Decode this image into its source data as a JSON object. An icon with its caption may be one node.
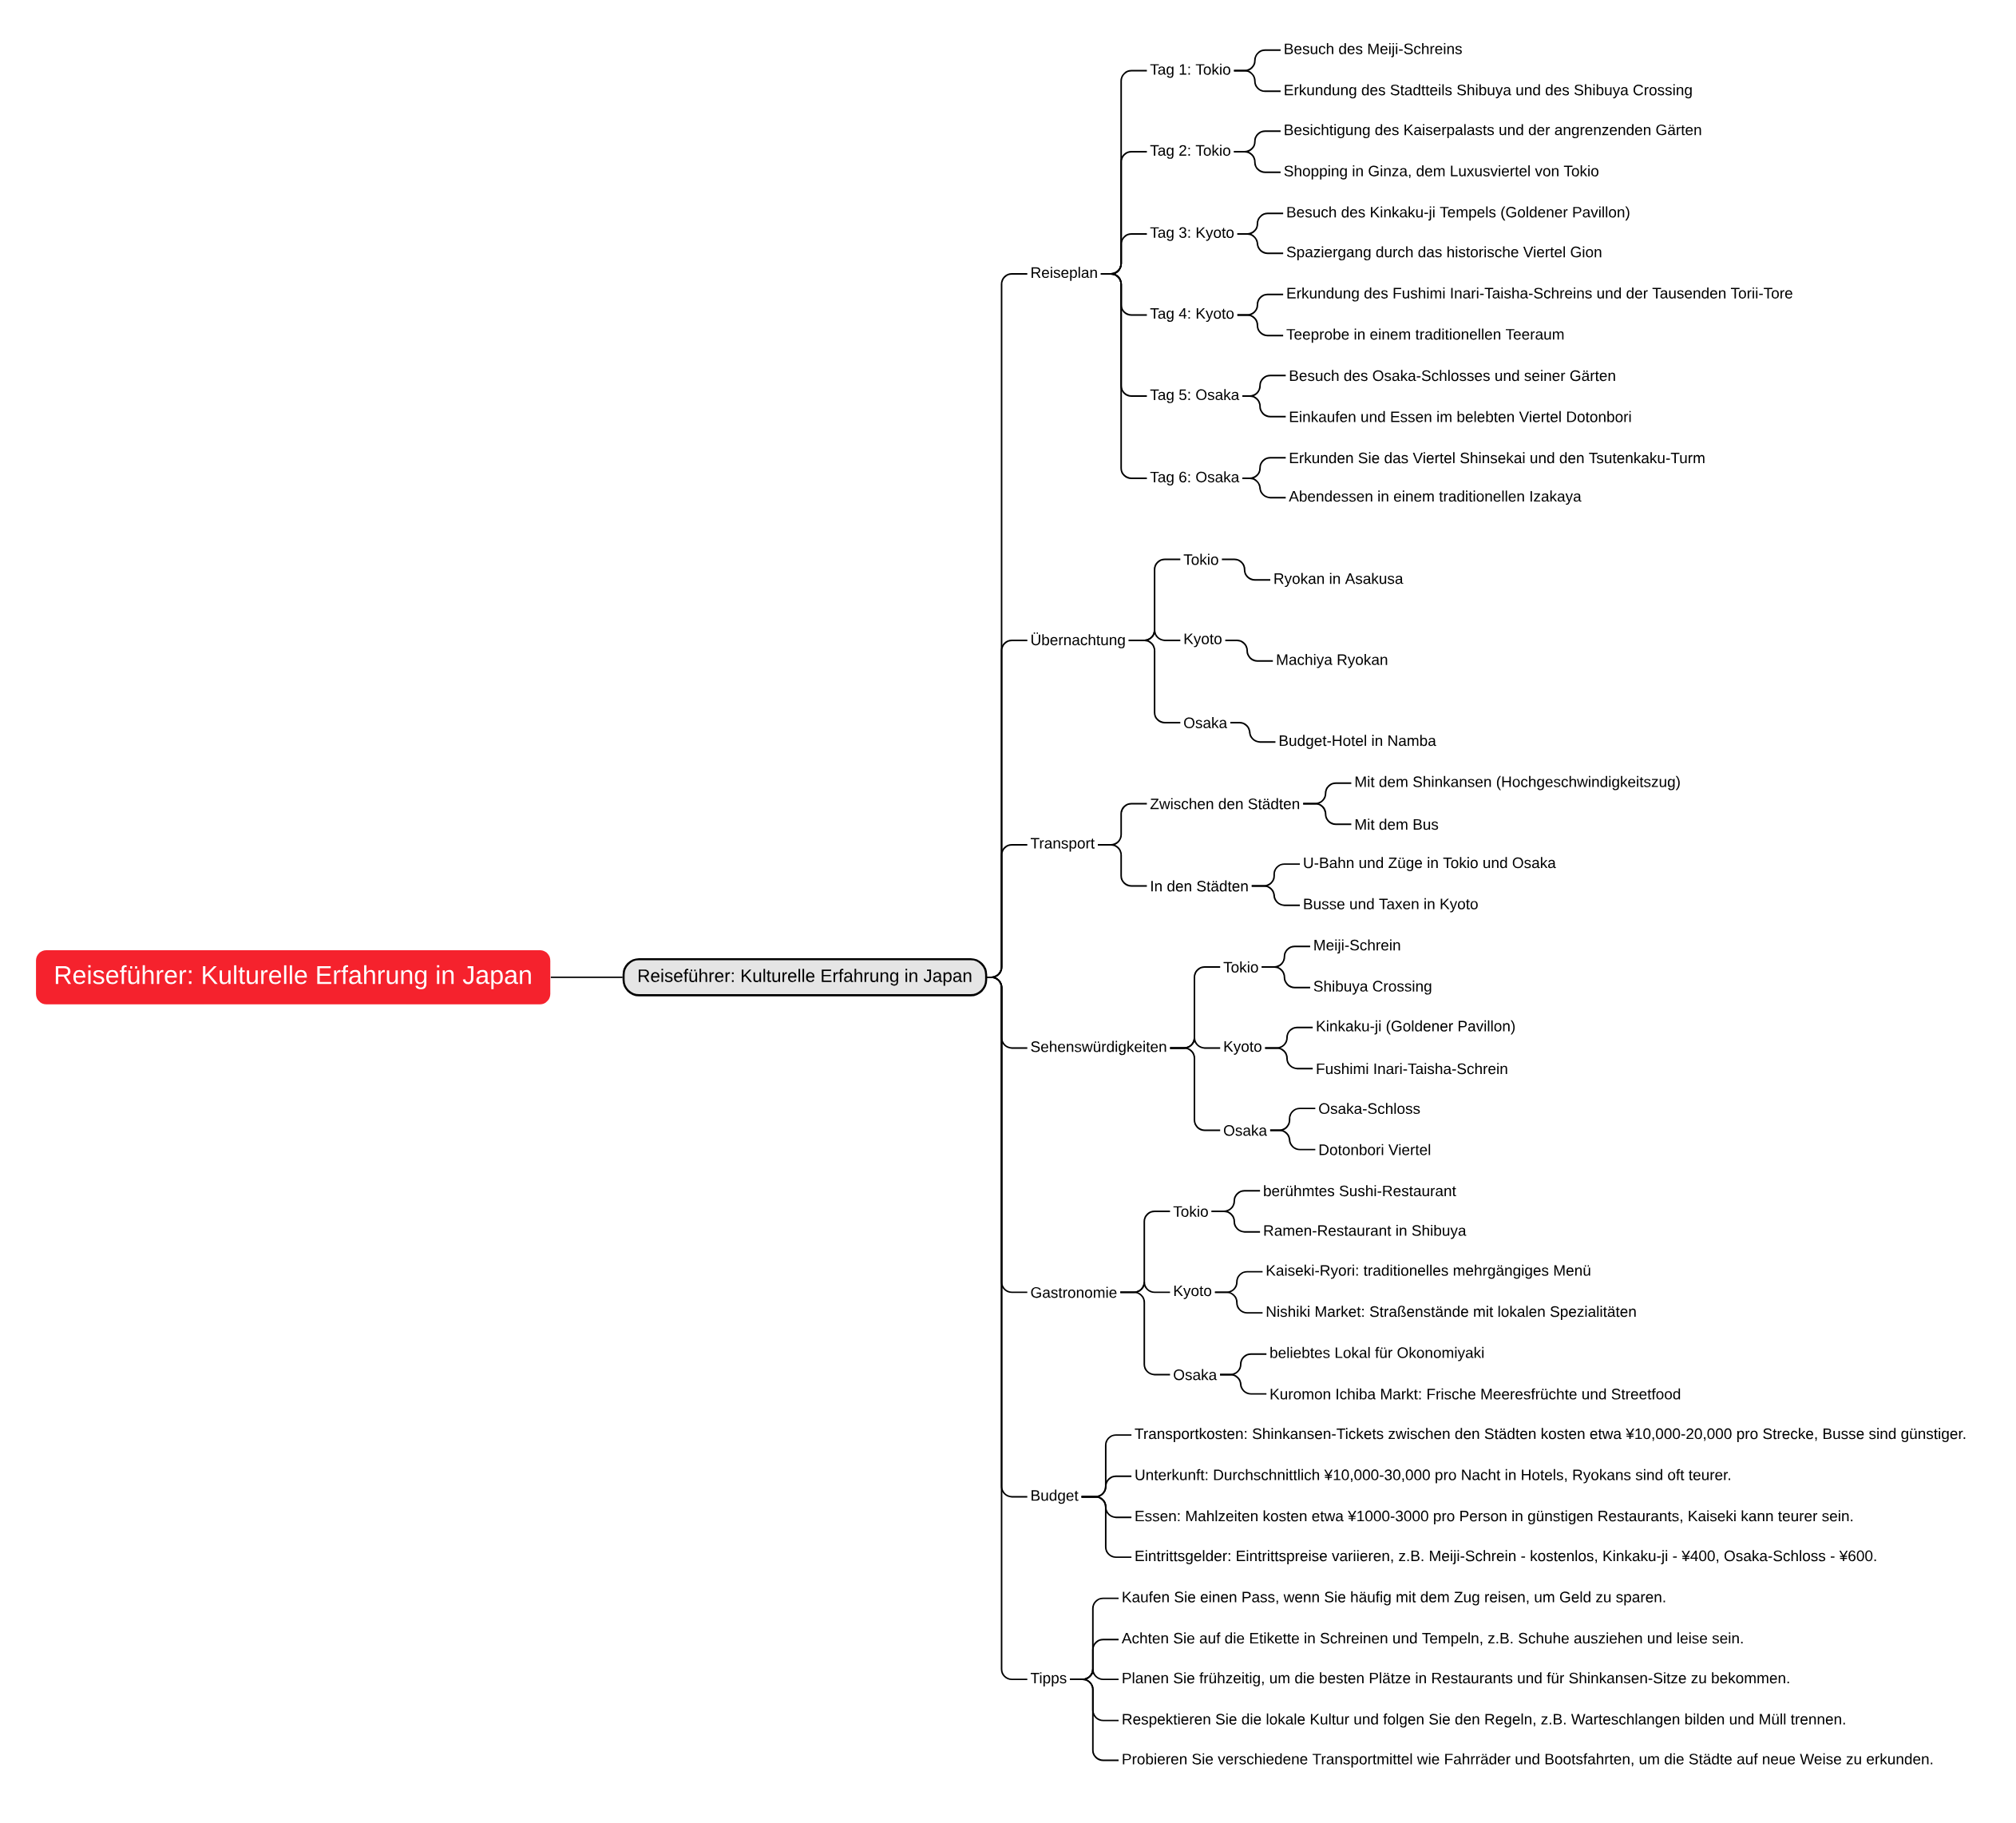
{
  "diagram": {
    "nodes": [
      {
        "text": [
          "Reiseführer: Kulturelle Erfahrung in Japan"
        ]
      },
      {
        "text": [
          "Reiseführer: Kulturelle Erfahrung in Japan"
        ]
      },
      {
        "text": [
          "Reiseplan"
        ]
      },
      {
        "text": [
          "Tag 1: Tokio"
        ]
      },
      {
        "text": [
          "Besuch des Meiji-Schreins"
        ]
      },
      {
        "text": [
          "Erkundung des Stadtteils Shibuya und des Shibuya Crossing"
        ]
      },
      {
        "text": [
          "Tag 2: Tokio"
        ]
      },
      {
        "text": [
          "Besichtigung des Kaiserpalasts und der angrenzenden Gärten"
        ]
      },
      {
        "text": [
          "Shopping in Ginza, dem Luxusviertel von Tokio"
        ]
      },
      {
        "text": [
          "Tag 3: Kyoto"
        ]
      },
      {
        "text": [
          "Besuch des Kinkaku-ji Tempels (Goldener Pavillon)"
        ]
      },
      {
        "text": [
          "Spaziergang durch das historische Viertel Gion"
        ]
      },
      {
        "text": [
          "Tag 4: Kyoto"
        ]
      },
      {
        "text": [
          "Erkundung des Fushimi Inari-Taisha-Schreins und der Tausenden Torii-Tore"
        ]
      },
      {
        "text": [
          "Teeprobe in einem traditionellen Teeraum"
        ]
      },
      {
        "text": [
          "Tag 5: Osaka"
        ]
      },
      {
        "text": [
          "Besuch des Osaka-Schlosses und seiner Gärten"
        ]
      },
      {
        "text": [
          "Einkaufen und Essen im belebten Viertel Dotonbori"
        ]
      },
      {
        "text": [
          "Tag 6: Osaka"
        ]
      },
      {
        "text": [
          "Erkunden Sie das Viertel Shinsekai und den Tsutenkaku-Turm"
        ]
      },
      {
        "text": [
          "Abendessen in einem traditionellen Izakaya"
        ]
      },
      {
        "text": [
          "Übernachtung"
        ]
      },
      {
        "text": [
          "Tokio"
        ]
      },
      {
        "text": [
          "Ryokan in Asakusa"
        ]
      },
      {
        "text": [
          "Kyoto"
        ]
      },
      {
        "text": [
          "Machiya Ryokan"
        ]
      },
      {
        "text": [
          "Osaka"
        ]
      },
      {
        "text": [
          "Budget-Hotel in Namba"
        ]
      },
      {
        "text": [
          "Transport"
        ]
      },
      {
        "text": [
          "Zwischen den Städten"
        ]
      },
      {
        "text": [
          "Mit dem Shinkansen (Hochgeschwindigkeitszug)"
        ]
      },
      {
        "text": [
          "Mit dem Bus"
        ]
      },
      {
        "text": [
          "In den Städten"
        ]
      },
      {
        "text": [
          "U-Bahn und Züge in Tokio und Osaka"
        ]
      },
      {
        "text": [
          "Busse und Taxen in Kyoto"
        ]
      },
      {
        "text": [
          "Sehenswürdigkeiten"
        ]
      },
      {
        "text": [
          "Tokio"
        ]
      },
      {
        "text": [
          "Meiji-Schrein"
        ]
      },
      {
        "text": [
          "Shibuya Crossing"
        ]
      },
      {
        "text": [
          "Kyoto"
        ]
      },
      {
        "text": [
          "Kinkaku-ji (Goldener Pavillon)"
        ]
      },
      {
        "text": [
          "Fushimi Inari-Taisha-Schrein"
        ]
      },
      {
        "text": [
          "Osaka"
        ]
      },
      {
        "text": [
          "Osaka-Schloss"
        ]
      },
      {
        "text": [
          "Dotonbori Viertel"
        ]
      },
      {
        "text": [
          "Gastronomie"
        ]
      },
      {
        "text": [
          "Tokio"
        ]
      },
      {
        "text": [
          "berühmtes Sushi-Restaurant"
        ]
      },
      {
        "text": [
          "Ramen-Restaurant in Shibuya"
        ]
      },
      {
        "text": [
          "Kyoto"
        ]
      },
      {
        "text": [
          "Kaiseki-Ryori: traditionelles mehrgängiges Menü"
        ]
      },
      {
        "text": [
          "Nishiki Market: Straßenstände mit lokalen Spezialitäten"
        ]
      },
      {
        "text": [
          "Osaka"
        ]
      },
      {
        "text": [
          "beliebtes Lokal für Okonomiyaki"
        ]
      },
      {
        "text": [
          "Kuromon Ichiba Markt: Frische Meeresfrüchte und Streetfood"
        ]
      },
      {
        "text": [
          "Budget"
        ]
      },
      {
        "text": [
          "Transportkosten: Shinkansen-Tickets zwischen den Städten kosten etwa ¥10,000-20,000 pro Strecke, Busse sind günstiger."
        ]
      },
      {
        "text": [
          "Unterkunft: Durchschnittlich ¥10,000-30,000 pro Nacht in Hotels, Ryokans sind oft teurer."
        ]
      },
      {
        "text": [
          "Essen: Mahlzeiten kosten etwa ¥1000-3000 pro Person in günstigen Restaurants, Kaiseki kann teurer sein."
        ]
      },
      {
        "text": [
          "Eintrittsgelder: Eintrittspreise variieren, z.B. Meiji-Schrein - kostenlos, Kinkaku-ji - ¥400, Osaka-Schloss - ¥600."
        ]
      },
      {
        "text": [
          "Tipps"
        ]
      },
      {
        "text": [
          "Kaufen Sie einen Pass, wenn Sie häufig mit dem Zug reisen, um Geld zu sparen."
        ]
      },
      {
        "text": [
          "Achten Sie auf die Etikette in Schreinen und Tempeln, z.B. Schuhe ausziehen und leise sein."
        ]
      },
      {
        "text": [
          "Planen Sie frühzeitig, um die besten Plätze in Restaurants und für Shinkansen-Sitze zu bekommen."
        ]
      },
      {
        "text": [
          "Respektieren Sie die lokale Kultur und folgen Sie den Regeln, z.B. Warteschlangen bilden und Müll trennen."
        ]
      },
      {
        "text": [
          "Probieren Sie verschiedene Transportmittel wie Fahrräder und Bootsfahrten, um die Städte auf neue Weise zu erkunden."
        ]
      }
    ],
    "edges": [
      {
        "from": 0,
        "to": 1,
        "arrow": "none"
      },
      {
        "from": 1,
        "to": 2,
        "arrow": "none"
      },
      {
        "from": 2,
        "to": 3,
        "arrow": "none"
      },
      {
        "from": 3,
        "to": 4,
        "arrow": "none"
      },
      {
        "from": 3,
        "to": 5,
        "arrow": "none"
      },
      {
        "from": 2,
        "to": 6,
        "arrow": "none"
      },
      {
        "from": 6,
        "to": 7,
        "arrow": "none"
      },
      {
        "from": 6,
        "to": 8,
        "arrow": "none"
      },
      {
        "from": 2,
        "to": 9,
        "arrow": "none"
      },
      {
        "from": 9,
        "to": 10,
        "arrow": "none"
      },
      {
        "from": 9,
        "to": 11,
        "arrow": "none"
      },
      {
        "from": 2,
        "to": 12,
        "arrow": "none"
      },
      {
        "from": 12,
        "to": 13,
        "arrow": "none"
      },
      {
        "from": 12,
        "to": 14,
        "arrow": "none"
      },
      {
        "from": 2,
        "to": 15,
        "arrow": "none"
      },
      {
        "from": 15,
        "to": 16,
        "arrow": "none"
      },
      {
        "from": 15,
        "to": 17,
        "arrow": "none"
      },
      {
        "from": 2,
        "to": 18,
        "arrow": "none"
      },
      {
        "from": 18,
        "to": 19,
        "arrow": "none"
      },
      {
        "from": 18,
        "to": 20,
        "arrow": "none"
      },
      {
        "from": 1,
        "to": 21,
        "arrow": "none"
      },
      {
        "from": 21,
        "to": 22,
        "arrow": "none"
      },
      {
        "from": 22,
        "to": 23,
        "arrow": "none"
      },
      {
        "from": 21,
        "to": 24,
        "arrow": "none"
      },
      {
        "from": 24,
        "to": 25,
        "arrow": "none"
      },
      {
        "from": 21,
        "to": 26,
        "arrow": "none"
      },
      {
        "from": 26,
        "to": 27,
        "arrow": "none"
      },
      {
        "from": 1,
        "to": 28,
        "arrow": "none"
      },
      {
        "from": 28,
        "to": 29,
        "arrow": "none"
      },
      {
        "from": 29,
        "to": 30,
        "arrow": "none"
      },
      {
        "from": 29,
        "to": 31,
        "arrow": "none"
      },
      {
        "from": 28,
        "to": 32,
        "arrow": "none"
      },
      {
        "from": 32,
        "to": 33,
        "arrow": "none"
      },
      {
        "from": 32,
        "to": 34,
        "arrow": "none"
      },
      {
        "from": 1,
        "to": 35,
        "arrow": "none"
      },
      {
        "from": 35,
        "to": 36,
        "arrow": "none"
      },
      {
        "from": 36,
        "to": 37,
        "arrow": "none"
      },
      {
        "from": 36,
        "to": 38,
        "arrow": "none"
      },
      {
        "from": 35,
        "to": 39,
        "arrow": "none"
      },
      {
        "from": 39,
        "to": 40,
        "arrow": "none"
      },
      {
        "from": 39,
        "to": 41,
        "arrow": "none"
      },
      {
        "from": 35,
        "to": 42,
        "arrow": "none"
      },
      {
        "from": 42,
        "to": 43,
        "arrow": "none"
      },
      {
        "from": 42,
        "to": 44,
        "arrow": "none"
      },
      {
        "from": 1,
        "to": 45,
        "arrow": "none"
      },
      {
        "from": 45,
        "to": 46,
        "arrow": "none"
      },
      {
        "from": 46,
        "to": 47,
        "arrow": "none"
      },
      {
        "from": 46,
        "to": 48,
        "arrow": "none"
      },
      {
        "from": 45,
        "to": 49,
        "arrow": "none"
      },
      {
        "from": 49,
        "to": 50,
        "arrow": "none"
      },
      {
        "from": 49,
        "to": 51,
        "arrow": "none"
      },
      {
        "from": 45,
        "to": 52,
        "arrow": "none"
      },
      {
        "from": 52,
        "to": 53,
        "arrow": "none"
      },
      {
        "from": 52,
        "to": 54,
        "arrow": "none"
      },
      {
        "from": 1,
        "to": 55,
        "arrow": "none"
      },
      {
        "from": 55,
        "to": 56,
        "arrow": "none"
      },
      {
        "from": 55,
        "to": 57,
        "arrow": "none"
      },
      {
        "from": 55,
        "to": 58,
        "arrow": "none"
      },
      {
        "from": 55,
        "to": 59,
        "arrow": "none"
      },
      {
        "from": 1,
        "to": 60,
        "arrow": "none"
      },
      {
        "from": 60,
        "to": 61,
        "arrow": "none"
      },
      {
        "from": 60,
        "to": 62,
        "arrow": "none"
      },
      {
        "from": 60,
        "to": 63,
        "arrow": "none"
      },
      {
        "from": 60,
        "to": 64,
        "arrow": "none"
      },
      {
        "from": 60,
        "to": 65,
        "arrow": "none"
      }
    ]
  }
}
